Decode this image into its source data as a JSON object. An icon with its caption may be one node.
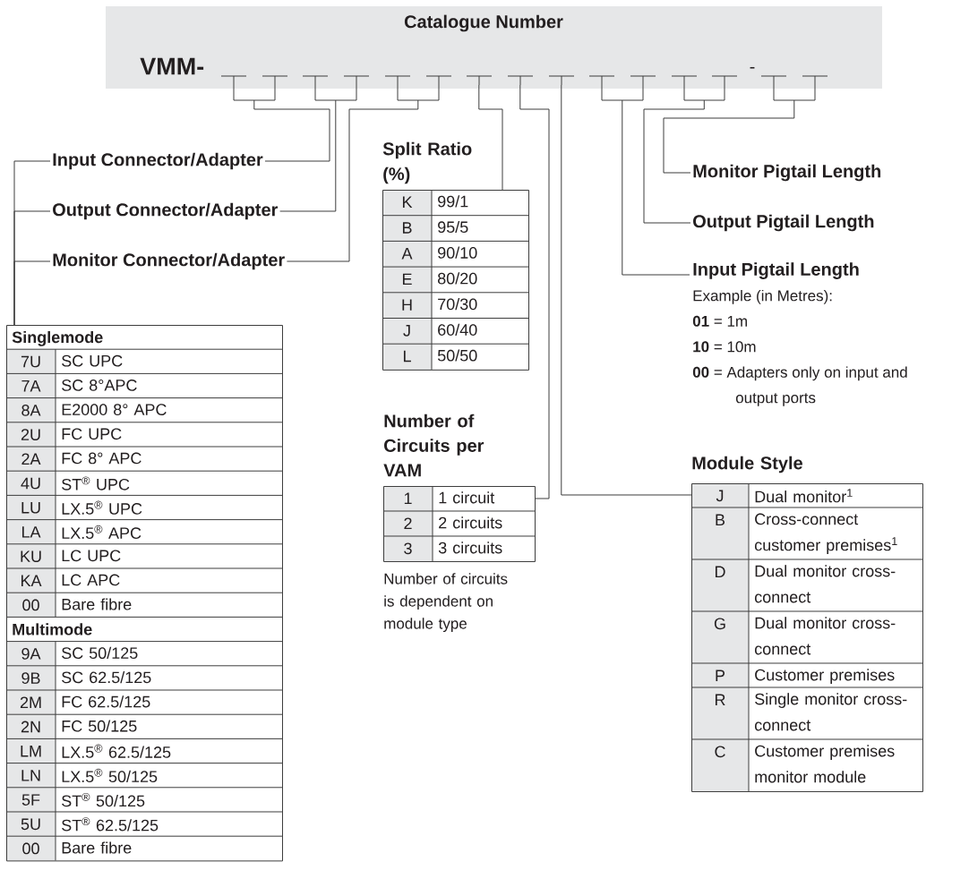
{
  "diagram": {
    "nodes": [
      {
        "text": [
          "Catalogue Number",
          "VMM-",
          "-"
        ]
      },
      {
        "text": [],
        "shape": "bar",
        "in": 0
      },
      {
        "text": [],
        "shape": "bar",
        "in": 0
      },
      {
        "text": [],
        "shape": "bar",
        "in": 0
      },
      {
        "text": [],
        "shape": "bar",
        "in": 0
      },
      {
        "text": [],
        "shape": "bar",
        "in": 0
      },
      {
        "text": [],
        "shape": "bar",
        "in": 0
      },
      {
        "text": [],
        "shape": "bar",
        "in": 0
      },
      {
        "text": [],
        "shape": "bar",
        "in": 0
      },
      {
        "text": [],
        "shape": "bar",
        "in": 0
      },
      {
        "text": [
          "Input Connector/Adapter"
        ]
      },
      {
        "text": [
          "Output Connector/Adapter"
        ]
      },
      {
        "text": [
          "Monitor Connector/Adapter"
        ]
      },
      {
        "text": [
          "Singlemode",
          "7U",
          "SC UPC",
          "7A",
          "SC 8°APC",
          "8A",
          "E2000 8° APC",
          "2U",
          "FC UPC",
          "2A",
          "FC 8° APC",
          "4U",
          "ST$^{®}$ UPC",
          "LU",
          "LX.5$^{®}$ UPC",
          "LA",
          "LX.5$^{®}$ APC",
          "KU",
          "LC UPC",
          "KA",
          "LC APC",
          "00",
          "Bare fibre",
          "Multimode",
          "9A",
          "SC 50/125",
          "9B",
          "SC 62.5/125",
          "2M",
          "FC 62.5/125",
          "2N",
          "FC 50/125",
          "LM",
          "LX.5$^{®}$ 62.5/125",
          "LN",
          "LX.5$^{®}$ 50/125",
          "5F",
          "ST$^{®}$ 50/125",
          "5U",
          "ST$^{®}$ 62.5/125",
          "00",
          "Bare fibre"
        ]
      },
      {
        "text": [
          "Split Ratio (%)",
          "K",
          "99/1",
          "B",
          "95/5",
          "A",
          "90/10",
          "E",
          "80/20",
          "H",
          "70/30",
          "J",
          "60/40",
          "L",
          "50/50"
        ]
      },
      {
        "text": [
          "Number of Circuits per VAM",
          "1",
          "1 circuit",
          "2",
          "2 circuits",
          "3",
          "3 circuits"
        ],
        "beside": [
          "Number of circuits is dependent on module type"
        ]
      },
      {
        "text": [
          "Module Style",
          "J",
          "Dual monitor$^{1}$",
          "B",
          "Cross-connect customer premises$^{1}$",
          "D",
          "Dual monitor cross-connect",
          "G",
          "Dual monitor cross-connect",
          "P",
          "Customer premises",
          "R",
          "Single monitor cross-connect",
          "C",
          "Customer premises monitor module"
        ]
      },
      {
        "text": [
          "Input Pigtail Length",
          "Example (in Metres):",
          "**01** = 1m",
          "**10** = 10m",
          "**00** = Adapters only on input and output ports"
        ]
      },
      {
        "text": [
          "Output Pigtail Length"
        ]
      },
      {
        "text": [
          "Monitor Pigtail Length"
        ]
      }
    ],
    "edges": [
      {
        "from": 1,
        "to": 10,
        "arrow": "none"
      },
      {
        "from": 2,
        "to": 11,
        "arrow": "none"
      },
      {
        "from": 3,
        "to": 12,
        "arrow": "none"
      },
      {
        "from": 4,
        "to": 14,
        "arrow": "none"
      },
      {
        "from": 5,
        "to": 15,
        "arrow": "none"
      },
      {
        "from": 6,
        "to": 16,
        "arrow": "none"
      },
      {
        "from": 7,
        "to": 17,
        "arrow": "none"
      },
      {
        "from": 8,
        "to": 18,
        "arrow": "none"
      },
      {
        "from": 9,
        "to": 19,
        "arrow": "none"
      },
      {
        "from": 10,
        "to": 13,
        "arrow": "none"
      },
      {
        "from": 11,
        "to": 13,
        "arrow": "none"
      },
      {
        "from": 12,
        "to": 13,
        "arrow": "none"
      }
    ]
  }
}
